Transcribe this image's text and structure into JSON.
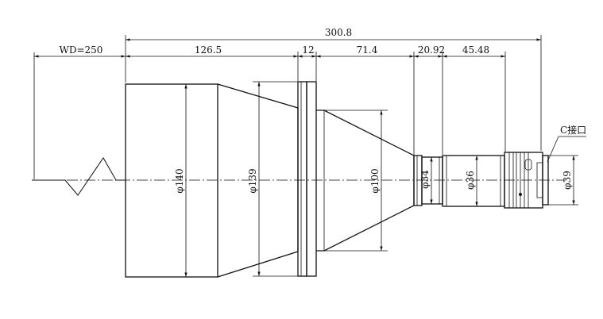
{
  "dimensions": {
    "overall_length": "300.8",
    "working_distance": "WD=250",
    "front_body_length": "126.5",
    "flange_thickness": "12",
    "cone_length": "71.4",
    "barrel_length": "20.92",
    "rear_length": "45.48"
  },
  "diameters": {
    "front": "φ140",
    "flange": "φ139",
    "cone": "φ100",
    "barrel_small": "φ34",
    "barrel": "φ36",
    "mount": "φ39"
  },
  "mount_label": "C接口"
}
